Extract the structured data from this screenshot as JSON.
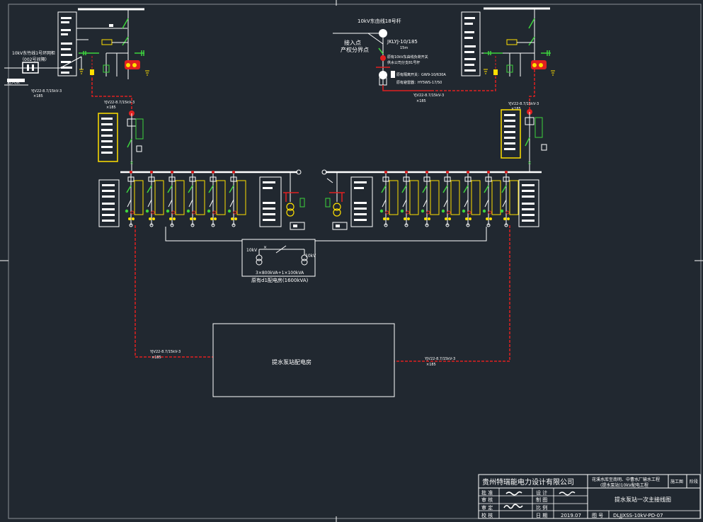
{
  "labels": {
    "left_incoming_cabinet": "10kV东竹线1号环网柜",
    "left_incoming_cabinet_note": "（002号间隔）",
    "left_entry_point": "进入点",
    "left_cable_top": "YJV22-8.7/15kV-3",
    "left_cable_top_size": "×185",
    "left_cable_mid": "YJV22-8.7/15kV-3",
    "left_cable_mid_size": "×185",
    "right_line_title": "10kV东由线18号杆",
    "right_entry_point": "接入点",
    "right_property_point": "产权分界点",
    "right_conductor": "JKLYJ-10/185",
    "right_conductor_len": "15m",
    "right_note_1": "原有10kV东由线负荷开关",
    "right_note_2": "供水公司分支81号杆",
    "right_note_3": "原有隔离开关：GW9-10/630A",
    "right_note_4": "原有避雷器：HY5WS-17/50",
    "right_cable_top": "YJV22-8.7/15kV-3",
    "right_cable_top_size": "×185",
    "right_cable_mid": "YJV22-8.7/15kV-3",
    "right_cable_mid_size": "×185",
    "substation_left_voltage": "10kV",
    "substation_right_voltage": "10kV",
    "substation_capacity": "3×800kVA+1×100kVA",
    "substation_name": "原有d1配电房(1600kVA)",
    "pump_room": "提水泵站配电房",
    "bottom_left_cable": "YJV22-8.7/15kV-3",
    "bottom_left_cable_size": "×185",
    "bottom_right_cable": "YJV22-8.7/15kV-3",
    "bottom_right_cable_size": "×185"
  },
  "title_block": {
    "company": "贵州特瑞能电力设计有限公司",
    "project_line1": "花溪水库至南明、中曹水厂输水工程",
    "project_line2": "(提水泵站)10kV配电工程",
    "stage_label": "施工图",
    "stage_value": "阶段",
    "row_labels": [
      "批  准",
      "审  核",
      "审  定",
      "校  核"
    ],
    "design_label": "设  计",
    "draw_label": "制  图",
    "scale_label": "比  例",
    "date_label": "日  期",
    "date_value": "2019.07",
    "drawing_title": "提水泵站一次主接线图",
    "drawing_no_label": "图  号",
    "drawing_no": "DLJJXSS-10kV-PD-07"
  }
}
